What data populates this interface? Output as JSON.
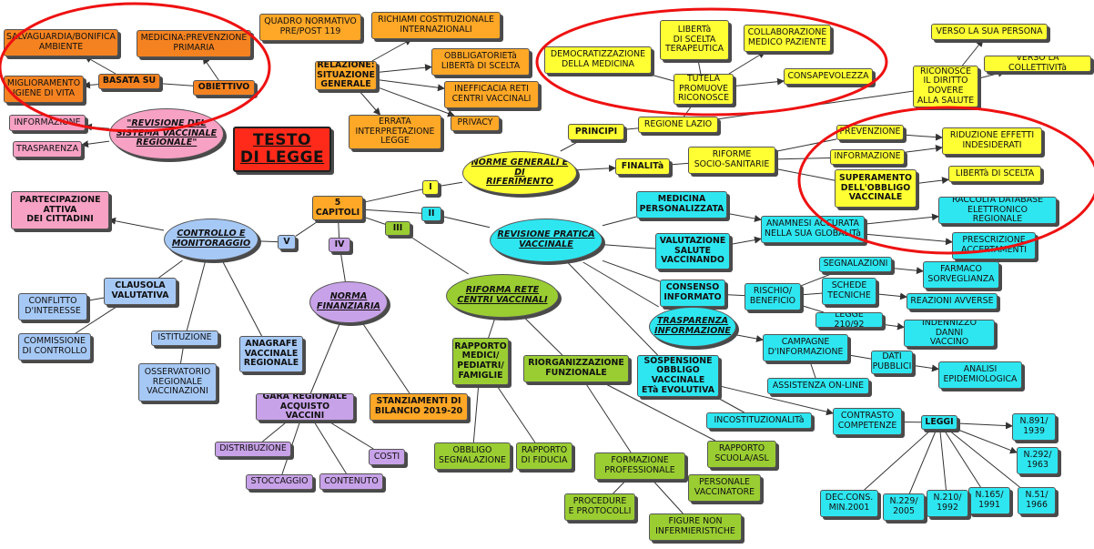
{
  "colors": {
    "orange": "#f58220",
    "amber": "#ffa726",
    "yellow": "#ffff33",
    "pink": "#f7a1c4",
    "blue": "#a6c8f5",
    "purple": "#c8a2e8",
    "green": "#9acd32",
    "cyan": "#2ee6f0",
    "red": "#ff2a1a",
    "annotation_circle": "#ee1111"
  },
  "nodes": {
    "salvaguardia": "SALVAGUARDIA/BONIFICA\nAMBIENTE",
    "medicina_prev": "MEDICINA:PREVENZIONE\nPRIMARIA",
    "miglioramento": "MIGLIORAMENTO\nIGIENE DI VITA",
    "basata_su": "BASATA SU",
    "obiettivo": "OBIETTIVO",
    "quadro": "QUADRO NORMATIVO\nPRE/POST 119",
    "richiami": "RICHIAMI COSTITUZIONALE\nINTERNAZIONALI",
    "relazione": "RELAZIONE:\nSITUAZIONE\nGENERALE",
    "obbligatorieta": "OBBLIGATORIETà\nLIBERTà DI SCELTA",
    "inefficacia": "INEFFICACIA RETI\nCENTRI VACCINALI",
    "privacy": "PRIVACY",
    "errata": "ERRATA\nINTERPRETAZIONE\nLEGGE",
    "informazione_l": "INFORMAZIONE",
    "trasparenza_l": "TRASPARENZA",
    "revisione_sistema": "\"REVISIONE DEL\nSISTEMA VACCINALE\nREGIONALE\"",
    "testo": "TESTO\nDI LEGGE",
    "partecipazione": "PARTECIPAZIONE\nATTIVA\nDEI CITTADINI",
    "cinque_capitoli": "5\nCAPITOLI",
    "cap_i": "I",
    "cap_ii": "II",
    "cap_iii": "III",
    "cap_iv": "IV",
    "cap_v": "V",
    "controllo": "CONTROLLO E\nMONITORAGGIO",
    "clausola": "CLAUSOLA\nVALUTATIVA",
    "conflitto": "CONFLITTO\nD'INTERESSE",
    "commissione": "COMMISSIONE\nDI CONTROLLO",
    "istituzione": "ISTITUZIONE",
    "osservatorio": "OSSERVATORIO\nREGIONALE\nVACCINAZIONI",
    "anagrafe": "ANAGRAFE\nVACCINALE\nREGIONALE",
    "norma_fin": "NORMA\nFINANZIARIA",
    "gara": "GARA REGIONALE\nACQUISTO VACCINI",
    "stanziamenti": "STANZIAMENTI DI\nBILANCIO 2019-20",
    "distribuzione": "DISTRIBUZIONE",
    "costi": "COSTI",
    "stoccaggio": "STOCCAGGIO",
    "contenuto": "CONTENUTO",
    "riforma_rete": "RIFORMA  RETE\nCENTRI VACCINALI",
    "rapporto_medici": "RAPPORTO\nMEDICI/\nPEDIATRI/\nFAMIGLIE",
    "riorganizzazione": "RIORGANIZZAZIONE\nFUNZIONALE",
    "obbligo_segn": "OBBLIGO\nSEGNALAZIONE",
    "rapporto_fiducia": "RAPPORTO\nDI FIDUCIA",
    "formazione": "FORMAZIONE\nPROFESSIONALE",
    "rapporto_scuola": "RAPPORTO\nSCUOLA/ASL",
    "personale": "PERSONALE\nVACCINATORE",
    "procedure": "PROCEDURE\nE PROTOCOLLI",
    "figure": "FIGURE NON\nINFERMIERISTICHE",
    "norme_generali": "NORME GENERALI E DI\nRIFERIMENTO",
    "principi": "PRINCIPI",
    "finalita": "FINALITà",
    "democratizzazione": "DEMOCRATIZZAZIONE\nDELLA MEDICINA",
    "liberta_scelta_t": "LIBERTà\nDI SCELTA\nTERAPEUTICA",
    "collaborazione": "COLLABORAZIONE\nMEDICO PAZIENTE",
    "tutela": "TUTELA\nPROMUOVE\nRICONOSCE",
    "consapevolezza": "CONSAPEVOLEZZA",
    "regione_lazio": "REGIONE LAZIO",
    "riconosce": "RICONOSCE\nIL DIRITTO\nDOVERE\nALLA SALUTE",
    "verso_persona": "VERSO LA SUA PERSONA",
    "verso_collettivita": "VERSO LA COLLETTIVITà",
    "riforme": "RIFORME\nSOCIO-SANITARIE",
    "prevenzione": "PREVENZIONE",
    "informazione_r": "INFORMAZIONE",
    "superamento": "SUPERAMENTO\nDELL'OBBLIGO\nVACCINALE",
    "riduzione": "RIDUZIONE EFFETTI\nINDESIDERATI",
    "liberta_scelta": "LIBERTà DI SCELTA",
    "revisione_pratica": "REVISIONE PRATICA\nVACCINALE",
    "medicina_pers": "MEDICINA\nPERSONALIZZATA",
    "valutazione": "VALUTAZIONE\nSALUTE\nVACCINANDO",
    "anamnesi": "ANAMNESI ACCURATA\nNELLA SUA GLOBALITà",
    "raccolta": "RACCOLTA DATABASE\nELETTRONICO REGIONALE",
    "prescrizione": "PRESCRIZIONE\nACCERTAMENTI",
    "consenso": "CONSENSO\nINFORMATO",
    "rischio": "RISCHIO/\nBENEFICIO",
    "segnalazioni": "SEGNALAZIONI",
    "schede": "SCHEDE\nTECNICHE",
    "legge210": "LEGGE 210/92",
    "farmaco": "FARMACO\nSORVEGLIANZA",
    "reazioni": "REAZIONI AVVERSE",
    "indennizzo": "INDENNIZZO DANNI\nVACCINO",
    "trasparenza_r": "TRASPARENZA\nINFORMAZIONE",
    "campagne": "CAMPAGNE\nD'INFORMAZIONE",
    "dati_pubblici": "DATI\nPUBBLICI",
    "analisi": "ANALISI\nEPIDEMIOLOGICA",
    "assistenza": "ASSISTENZA ON-LINE",
    "sospensione": "SOSPENSIONE\nOBBLIGO\nVACCINALE\nETà EVOLUTIVA",
    "incostituzionalita": "INCOSTITUZIONALITà",
    "contrasto": "CONTRASTO\nCOMPETENZE",
    "leggi": "LEGGI",
    "n891": "N.891/\n1939",
    "n292": "N.292/\n1963",
    "n51": "N.51/\n1966",
    "n165": "N.165/\n1991",
    "n210": "N.210/\n1992",
    "n229": "N.229/\n2005",
    "dec_cons": "DEC.CONS.\nMIN.2001"
  }
}
